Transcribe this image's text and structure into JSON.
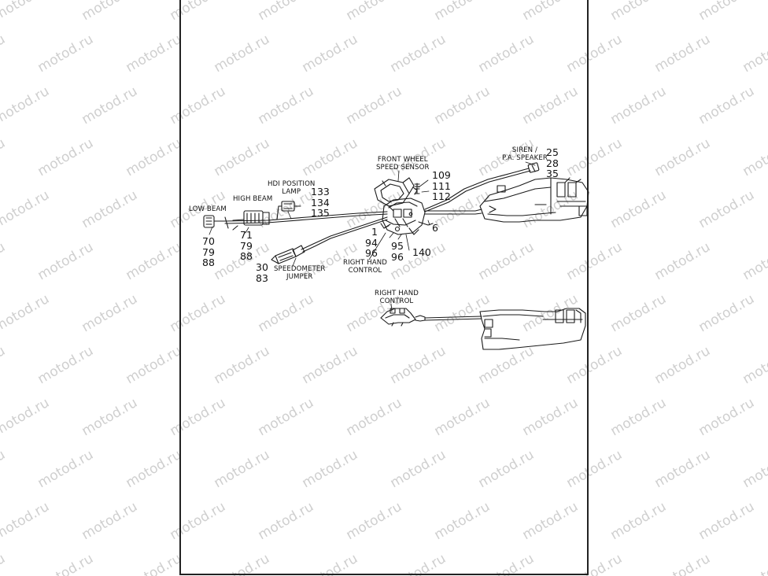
{
  "watermark": {
    "text": "motod.ru"
  },
  "labels": {
    "front_wheel_speed_sensor": [
      "FRONT WHEEL",
      "SPEED SENSOR"
    ],
    "siren_pa_speaker": [
      "SIREN /",
      "P.A. SPEAKER"
    ],
    "hdi_position_lamp": [
      "HDI POSITION",
      "LAMP"
    ],
    "high_beam": "HIGH BEAM",
    "low_beam": "LOW BEAM",
    "speedometer_jumper": [
      "SPEEDOMETER",
      "JUMPER"
    ],
    "right_hand_control_1": [
      "RIGHT HAND",
      "CONTROL"
    ],
    "right_hand_control_2": [
      "RIGHT HAND",
      "CONTROL"
    ]
  },
  "callouts": {
    "siren": [
      "25",
      "28",
      "35"
    ],
    "sensor": [
      "109",
      "111",
      "112"
    ],
    "hdi_lamp": [
      "133",
      "134",
      "135"
    ],
    "high_beam": [
      "71",
      "79",
      "88"
    ],
    "low_beam": [
      "70",
      "79",
      "88"
    ],
    "speedometer": [
      "30",
      "83"
    ],
    "control_left": [
      "1",
      "94",
      "96"
    ],
    "control_mid": [
      "95",
      "96"
    ],
    "control_6": "6",
    "control_140": "140"
  }
}
